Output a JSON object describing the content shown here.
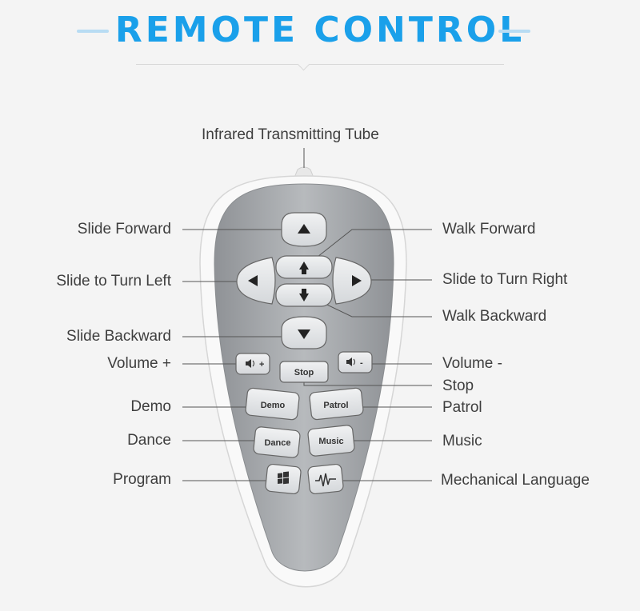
{
  "header": {
    "title": "REMOTE CONTROL"
  },
  "labels": {
    "infrared": "Infrared Transmitting Tube",
    "slide_forward": "Slide Forward",
    "walk_forward": "Walk Forward",
    "slide_turn_left": "Slide to Turn Left",
    "slide_turn_right": "Slide to Turn Right",
    "walk_backward": "Walk Backward",
    "slide_backward": "Slide Backward",
    "volume_plus": "Volume +",
    "volume_minus": "Volume -",
    "stop": "Stop",
    "demo": "Demo",
    "patrol": "Patrol",
    "dance": "Dance",
    "music": "Music",
    "program": "Program",
    "mechanical_language": "Mechanical Language"
  },
  "buttons": {
    "stop": "Stop",
    "demo": "Demo",
    "patrol": "Patrol",
    "dance": "Dance",
    "music": "Music",
    "vol_plus": "+",
    "vol_minus": "-"
  },
  "colors": {
    "title": "#1aa0ea",
    "body_shell": "#f7f7f7",
    "face_plate": "#a9acb0",
    "button": "#e6e8ea",
    "leader_line": "#555555"
  },
  "icons": [
    "arrow-up-icon",
    "arrow-down-icon",
    "arrow-left-icon",
    "arrow-right-icon",
    "walk-forward-icon",
    "walk-backward-icon",
    "speaker-icon",
    "windows-icon",
    "waveform-icon"
  ]
}
